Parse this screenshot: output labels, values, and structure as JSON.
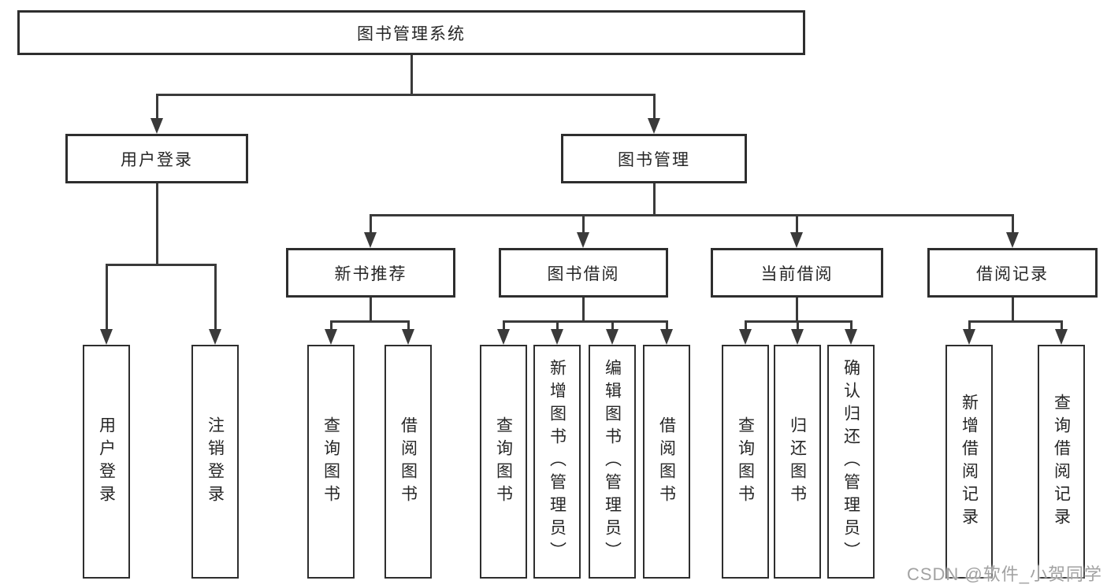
{
  "tree": {
    "root": {
      "label": "图书管理系统",
      "children": [
        {
          "label": "用户登录",
          "children": [
            {
              "label": "用户登录"
            },
            {
              "label": "注销登录"
            }
          ]
        },
        {
          "label": "图书管理",
          "children": [
            {
              "label": "新书推荐",
              "children": [
                {
                  "label": "查询图书"
                },
                {
                  "label": "借阅图书"
                }
              ]
            },
            {
              "label": "图书借阅",
              "children": [
                {
                  "label": "查询图书"
                },
                {
                  "label": "新增图书（管理员）"
                },
                {
                  "label": "编辑图书（管理员）"
                },
                {
                  "label": "借阅图书"
                }
              ]
            },
            {
              "label": "当前借阅",
              "children": [
                {
                  "label": "查询图书"
                },
                {
                  "label": "归还图书"
                },
                {
                  "label": "确认归还（管理员）"
                }
              ]
            },
            {
              "label": "借阅记录",
              "children": [
                {
                  "label": "新增借阅记录"
                },
                {
                  "label": "查询借阅记录"
                }
              ]
            }
          ]
        }
      ]
    },
    "watermark": "CSDN @软件_小贺同学"
  },
  "colors": {
    "line": "#3a3a3a",
    "box_border": "#2e2e2e",
    "text": "#262626",
    "watermark": "#a2a2a2",
    "background": "#ffffff"
  }
}
